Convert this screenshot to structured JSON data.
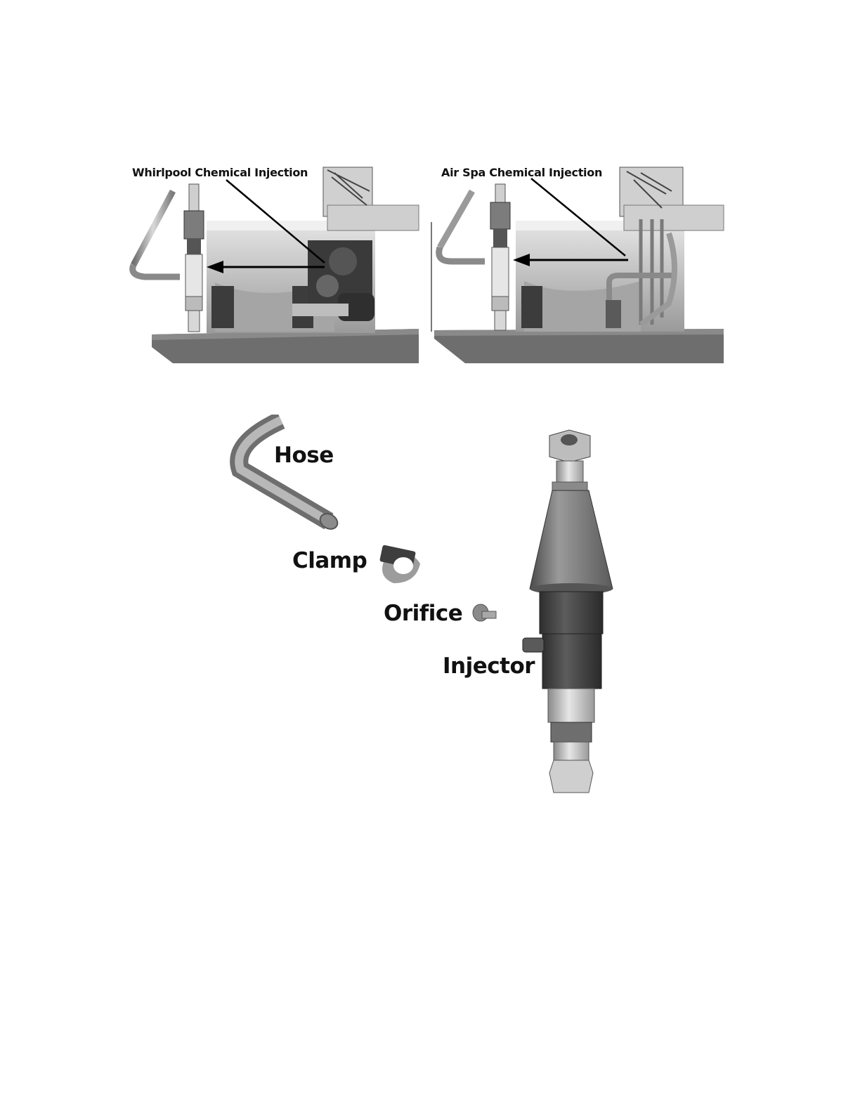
{
  "top_figure": {
    "left_panel": {
      "label": "Whirlpool Chemical Injection"
    },
    "right_panel": {
      "label": "Air Spa Chemical Injection"
    }
  },
  "parts_figure": {
    "hose_label": "Hose",
    "clamp_label": "Clamp",
    "orifice_label": "Orifice",
    "injector_label": "Injector"
  }
}
